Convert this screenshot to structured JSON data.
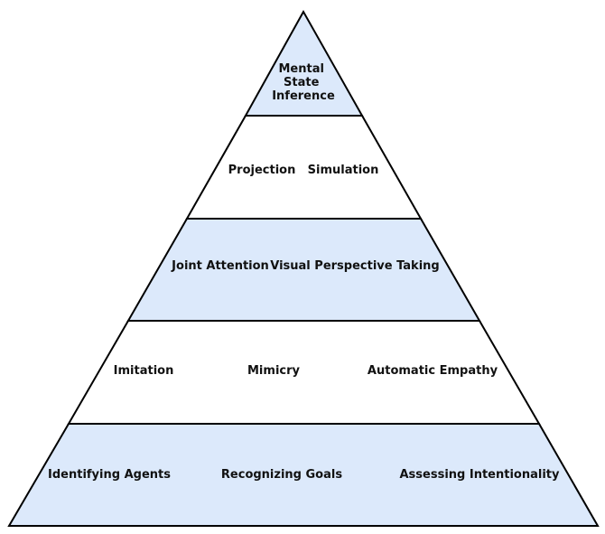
{
  "colors": {
    "shaded_fill": "#dce9fb",
    "plain_fill": "#ffffff",
    "outline": "#000000",
    "text": "#111111"
  },
  "pyramid": {
    "tiers": [
      {
        "shaded": true,
        "labels": [
          [
            "Mental",
            "State",
            "Inference"
          ]
        ]
      },
      {
        "shaded": false,
        "labels": [
          "Projection",
          "Simulation"
        ]
      },
      {
        "shaded": true,
        "labels": [
          "Joint Attention",
          "Visual Perspective Taking"
        ]
      },
      {
        "shaded": false,
        "labels": [
          "Imitation",
          "Mimicry",
          "Automatic Empathy"
        ]
      },
      {
        "shaded": true,
        "labels": [
          "Identifying Agents",
          "Recognizing Goals",
          "Assessing Intentionality"
        ]
      }
    ]
  }
}
